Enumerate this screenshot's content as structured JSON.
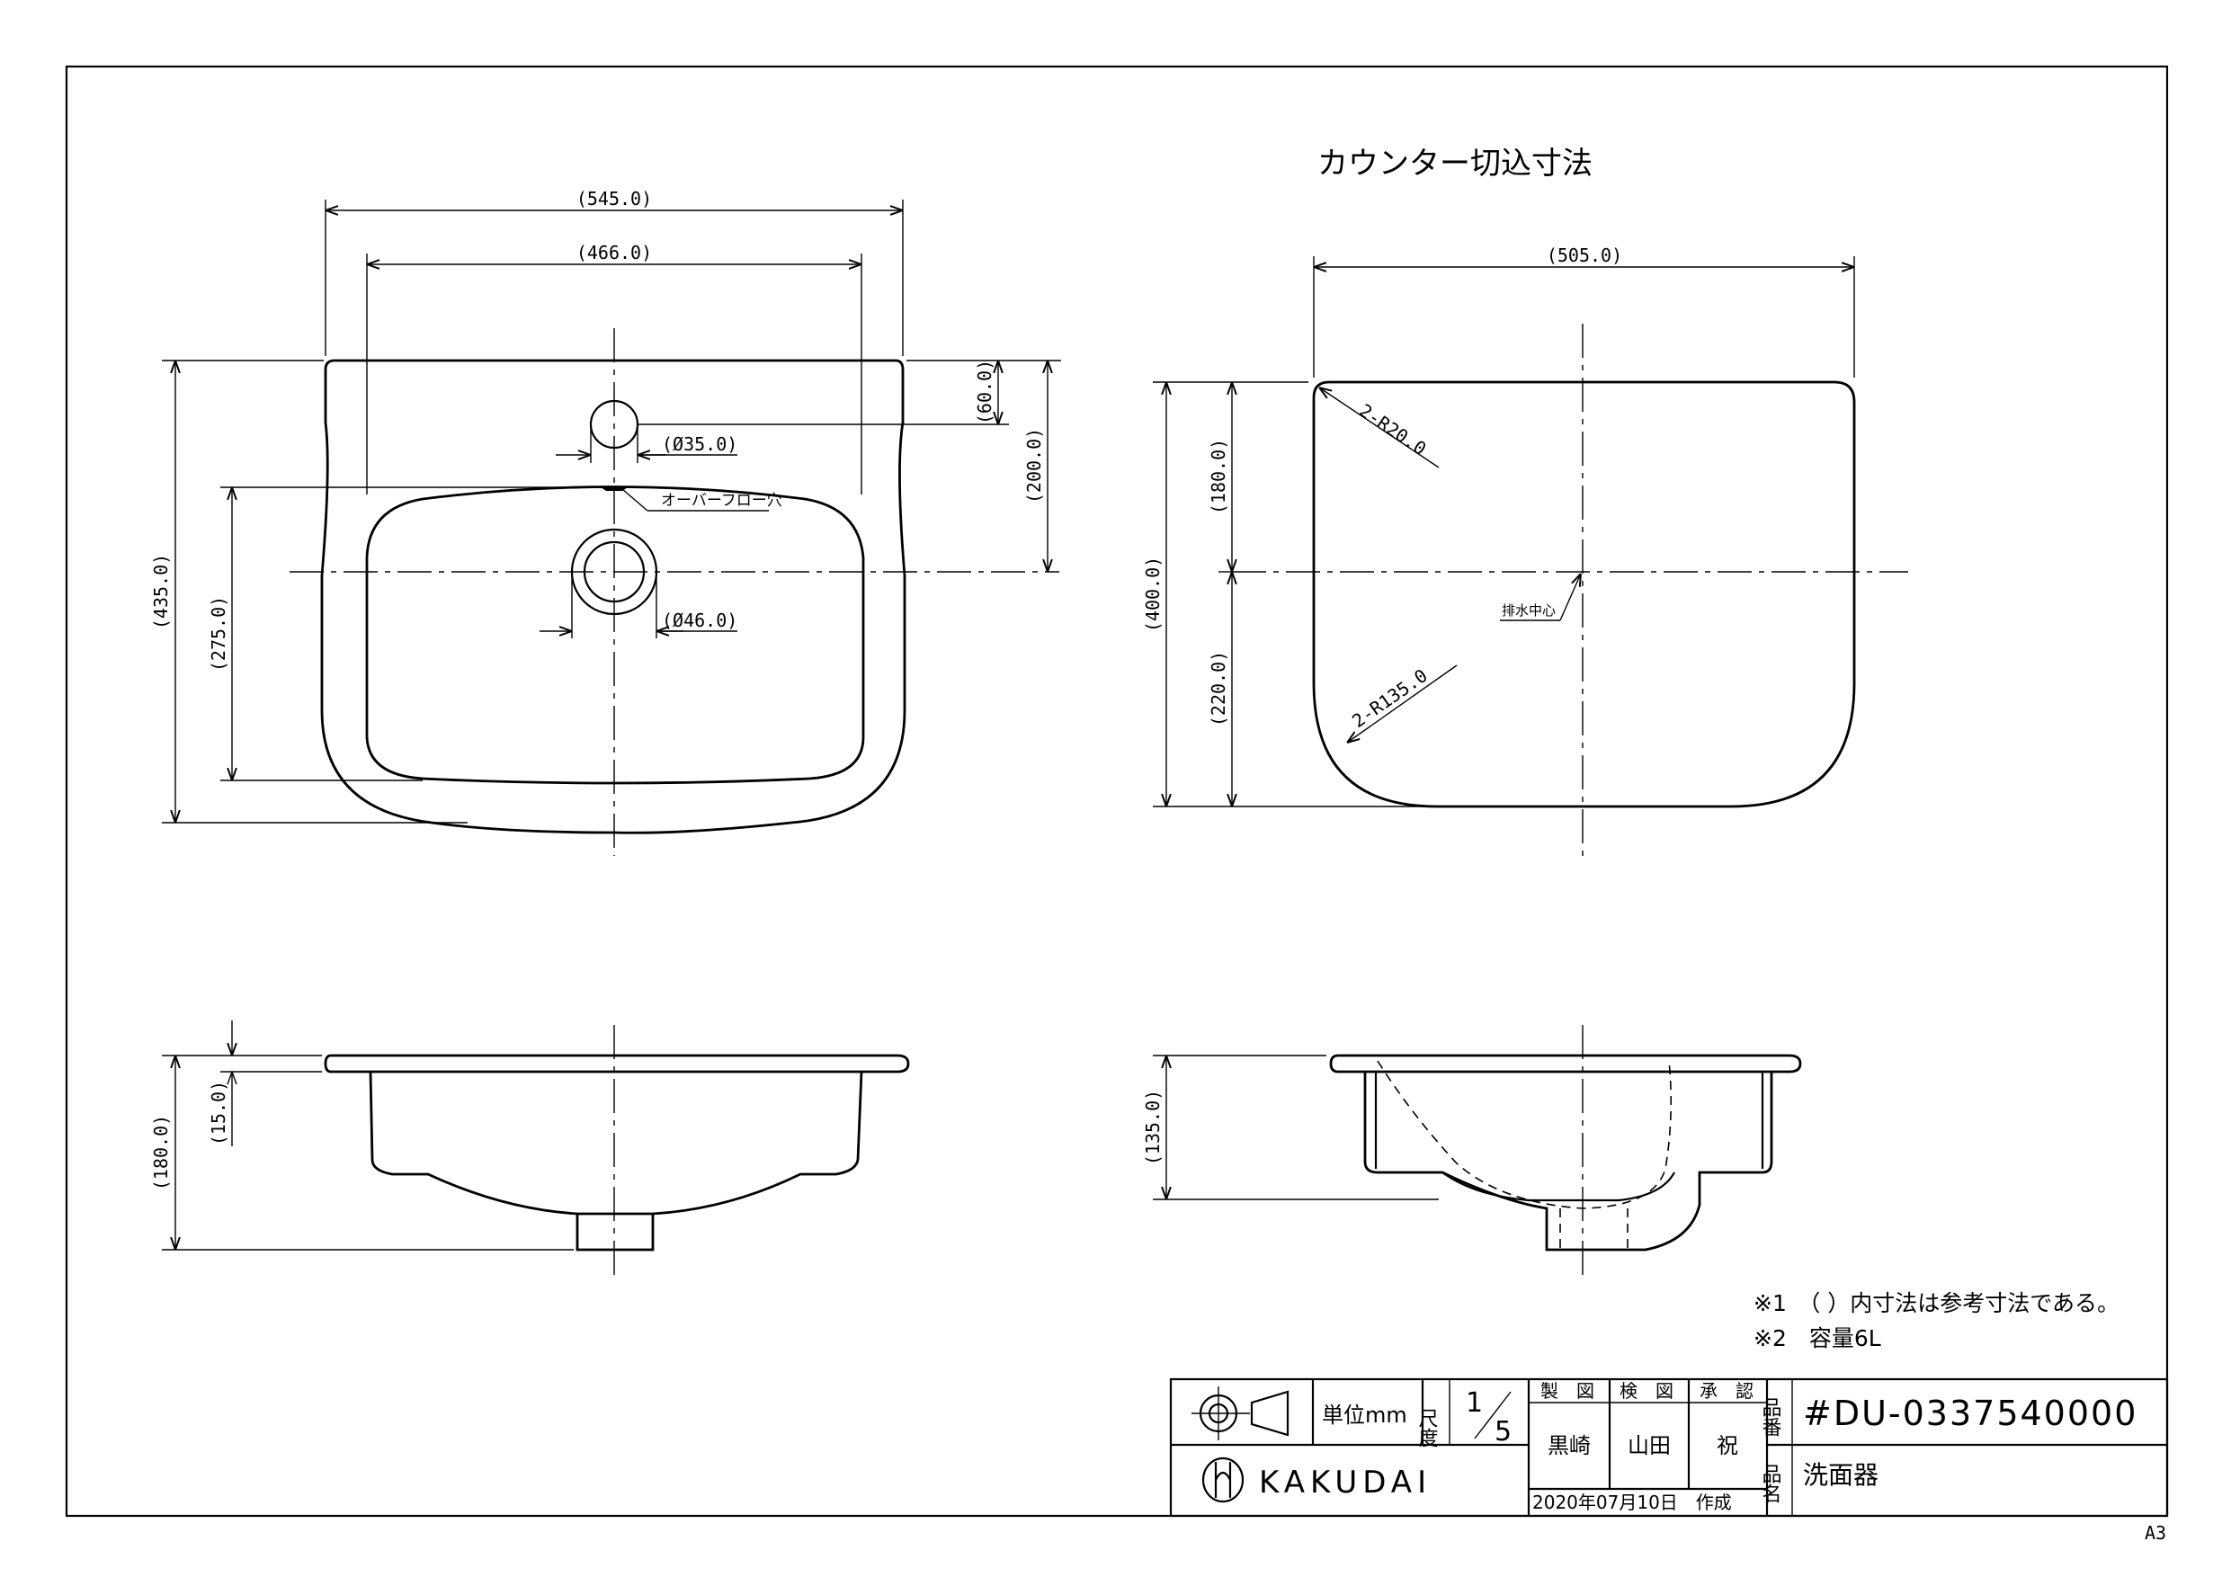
{
  "counter_cut": {
    "title": "カウンター切込寸法",
    "width": "(505.0)",
    "depth": "(400.0)",
    "upper": "(180.0)",
    "lower": "(220.0)",
    "r_small": "2-R20.0",
    "r_large": "2-R135.0",
    "drain_center": "排水中心"
  },
  "plan_view": {
    "overall_width": "(545.0)",
    "inner_width": "(466.0)",
    "overall_depth": "(435.0)",
    "inner_depth": "(275.0)",
    "tap_offset": "(60.0)",
    "drain_offset": "(200.0)",
    "tap_hole": "(Ø35.0)",
    "drain_hole": "(Ø46.0)",
    "overflow": "オーバーフロー穴"
  },
  "front_view": {
    "height": "(180.0)",
    "rim": "(15.0)"
  },
  "side_view": {
    "height": "(135.0)"
  },
  "notes": {
    "note1": "※1　（ ）内寸法は参考寸法である。",
    "note2": "※2　容量6L"
  },
  "title_block": {
    "unit": "単位mm",
    "scale_label": "尺度",
    "scale_num": "1",
    "scale_den": "5",
    "made_label": "製　図",
    "checked_label": "検　図",
    "approved_label": "承　認",
    "made_by": "黒崎",
    "checked_by": "山田",
    "approved_by": "祝",
    "part_no_label": "品番",
    "part_no": "#DU-0337540000",
    "part_name_label": "品名",
    "part_name": "洗面器",
    "date": "2020年07月10日　作成",
    "company": "KAKUDAI",
    "sheet": "A3"
  }
}
